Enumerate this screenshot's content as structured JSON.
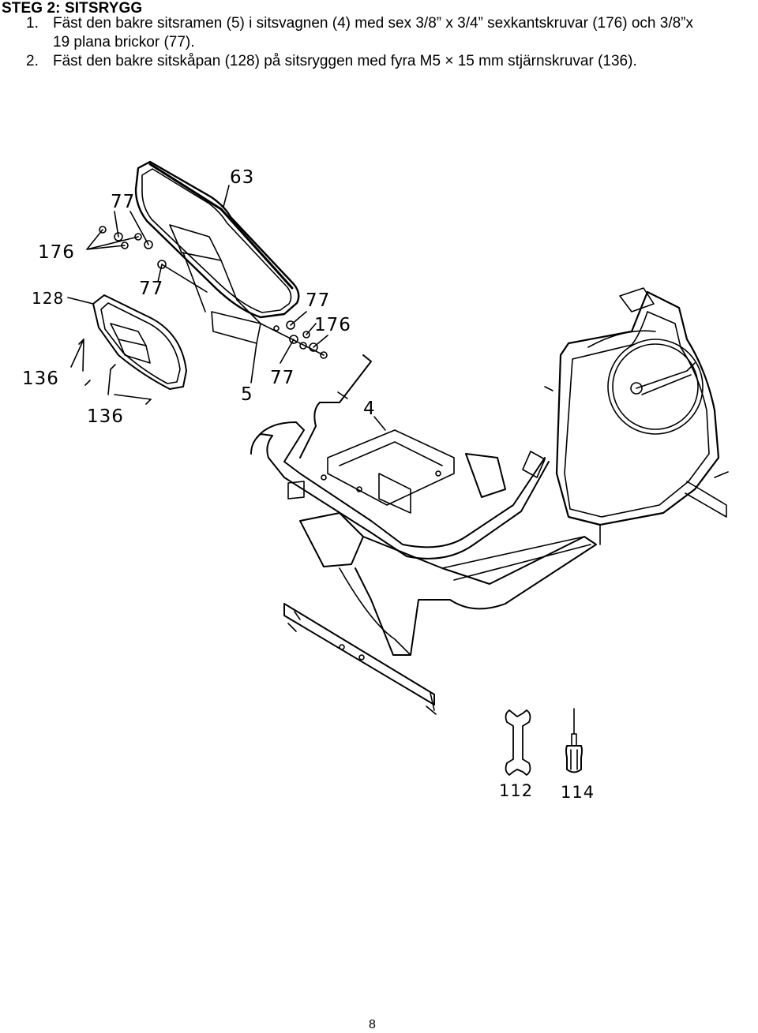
{
  "heading": "STEG 2: SITSRYGG",
  "steps": [
    {
      "num": "1.",
      "line1": "Fäst den bakre sitsramen (5) i sitsvagnen (4) med sex 3/8” x 3/4” sexkantskruvar (176) och 3/8”x",
      "line2": "19 plana brickor (77)."
    },
    {
      "num": "2.",
      "line1": "Fäst den bakre sitskåpan (128) på sitsryggen med fyra M5 × 15 mm stjärnskruvar (136)."
    }
  ],
  "labels": {
    "p63": "63",
    "p77a": "77",
    "p176a": "176",
    "p128": "128",
    "p77b": "77",
    "p77c": "77",
    "p176b": "176",
    "p136a": "136",
    "p136b": "136",
    "p5": "5",
    "p77d": "77",
    "p4": "4",
    "p112": "112",
    "p114": "114"
  },
  "icons": [
    "wrench-icon",
    "screwdriver-icon"
  ],
  "page_number": "8"
}
